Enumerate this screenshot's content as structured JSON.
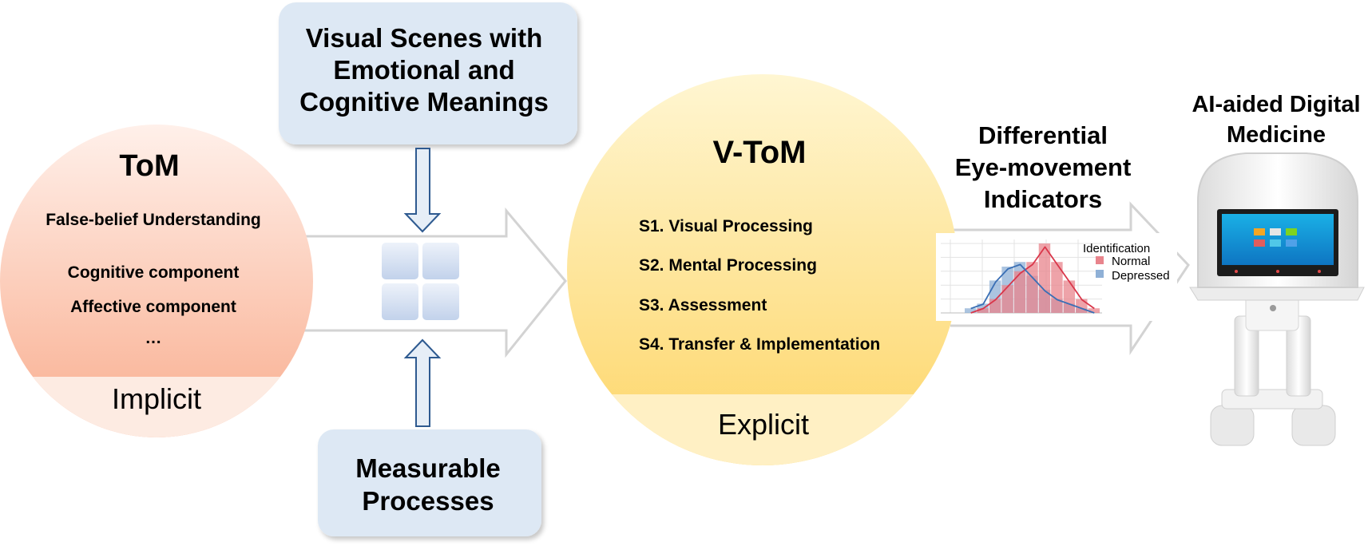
{
  "tom": {
    "title": "ToM",
    "items": [
      "False-belief Understanding",
      "Cognitive component",
      "Affective component",
      "…"
    ],
    "footer": "Implicit"
  },
  "scenes_box": {
    "lines": [
      "Visual Scenes with",
      "Emotional and",
      "Cognitive Meanings"
    ]
  },
  "processes_box": {
    "lines": [
      "Measurable",
      "Processes"
    ]
  },
  "vtom": {
    "title": "V-ToM",
    "stages": [
      "S1. Visual Processing",
      "S2. Mental Processing",
      "S3. Assessment",
      "S4. Transfer & Implementation"
    ],
    "footer": "Explicit"
  },
  "indicators": {
    "lines": [
      "Differential",
      "Eye-movement",
      "Indicators"
    ]
  },
  "chart_data": {
    "type": "bar",
    "title": "",
    "legend_title": "Identification",
    "legend_position": "top-right",
    "series": [
      {
        "name": "Normal",
        "color": "#e8848c",
        "values": [
          0,
          1,
          3,
          6,
          9,
          11,
          15,
          11,
          7,
          3,
          1
        ]
      },
      {
        "name": "Depressed",
        "color": "#8fb0d6",
        "values": [
          1,
          2,
          7,
          10,
          11,
          8,
          5,
          3,
          2,
          1,
          0
        ]
      }
    ]
  },
  "device": {
    "title_lines": [
      "AI-aided Digital",
      "Medicine"
    ]
  },
  "colors": {
    "tom_circle": "#f9ad8e",
    "vtom_circle": "#fdd566",
    "box_fill": "#dde8f4",
    "arrow_stroke": "#d2d2d2",
    "small_arrow_stroke": "#2e5a90"
  }
}
